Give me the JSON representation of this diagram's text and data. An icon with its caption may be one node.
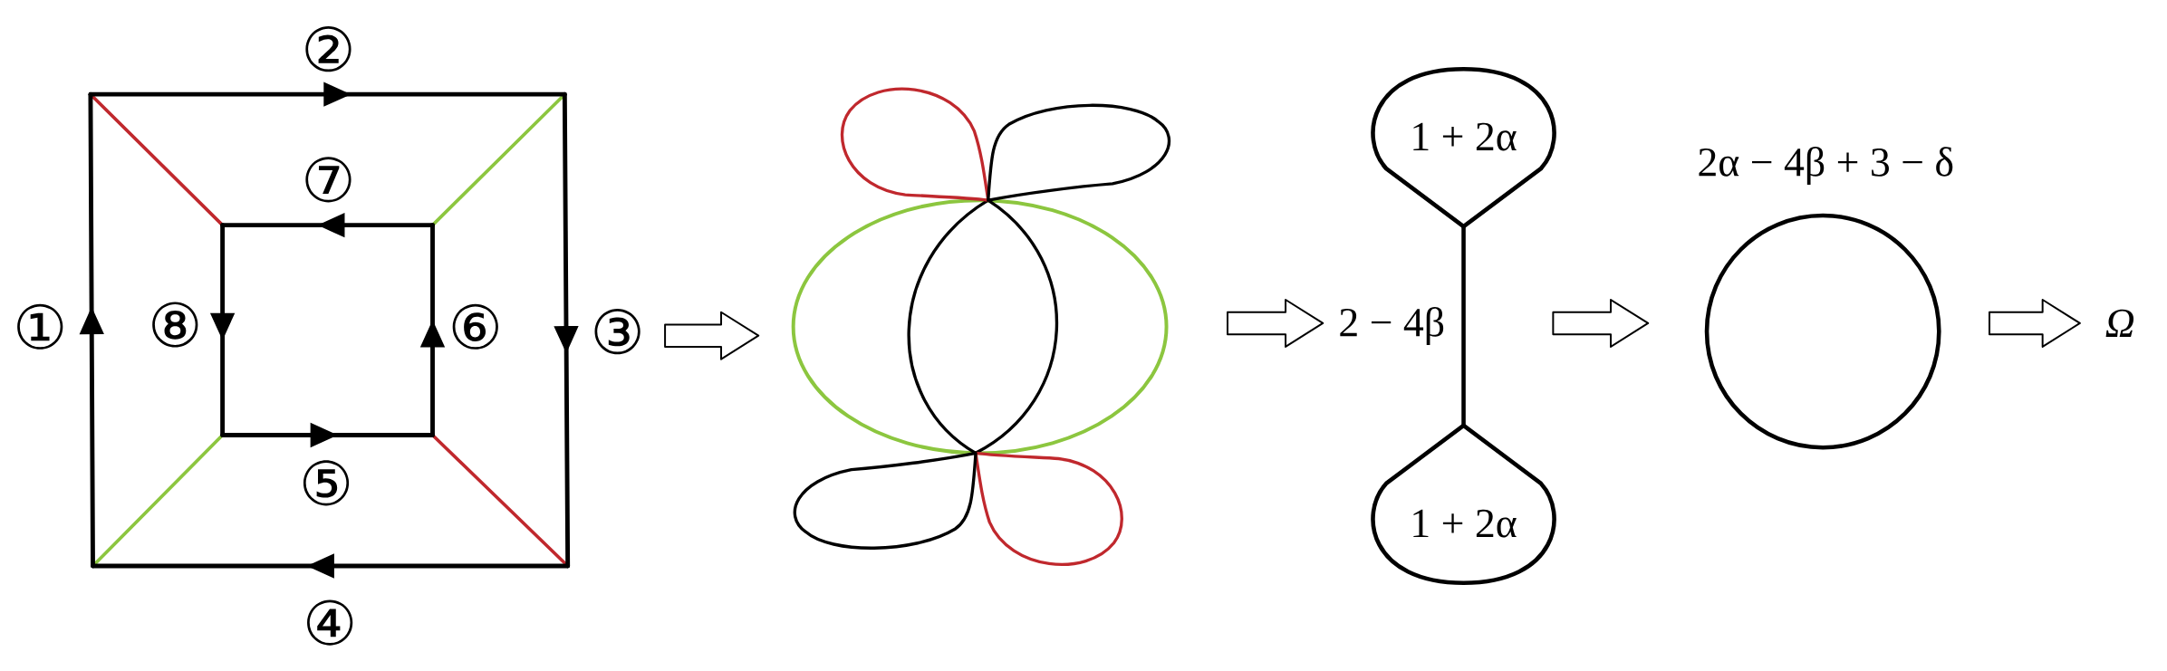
{
  "diagram": {
    "nodes": [
      {
        "text": [],
        "shape": "picture"
      },
      {
        "text": [],
        "shape": "picture"
      },
      {
        "text": [
          "2 − 4β"
        ]
      },
      {
        "text": [
          "1 + 2α"
        ]
      },
      {
        "text": [
          "1 + 2α"
        ]
      },
      {
        "text": [
          "2α − 4β + 3 − δ"
        ]
      },
      {
        "text": [
          "Ω"
        ]
      }
    ],
    "edges": [
      {
        "from": 0,
        "to": 1,
        "arrow": "to"
      },
      {
        "from": 1,
        "to": 2,
        "arrow": "to"
      },
      {
        "from": 3,
        "to": 4,
        "arrow": "none"
      },
      {
        "from": 2,
        "to": 5,
        "arrow": "to"
      },
      {
        "from": 5,
        "to": 6,
        "arrow": "to"
      }
    ],
    "labels": [
      "②",
      "⑦",
      "①",
      "⑧",
      "⑥",
      "③",
      "⑤",
      "④"
    ]
  }
}
